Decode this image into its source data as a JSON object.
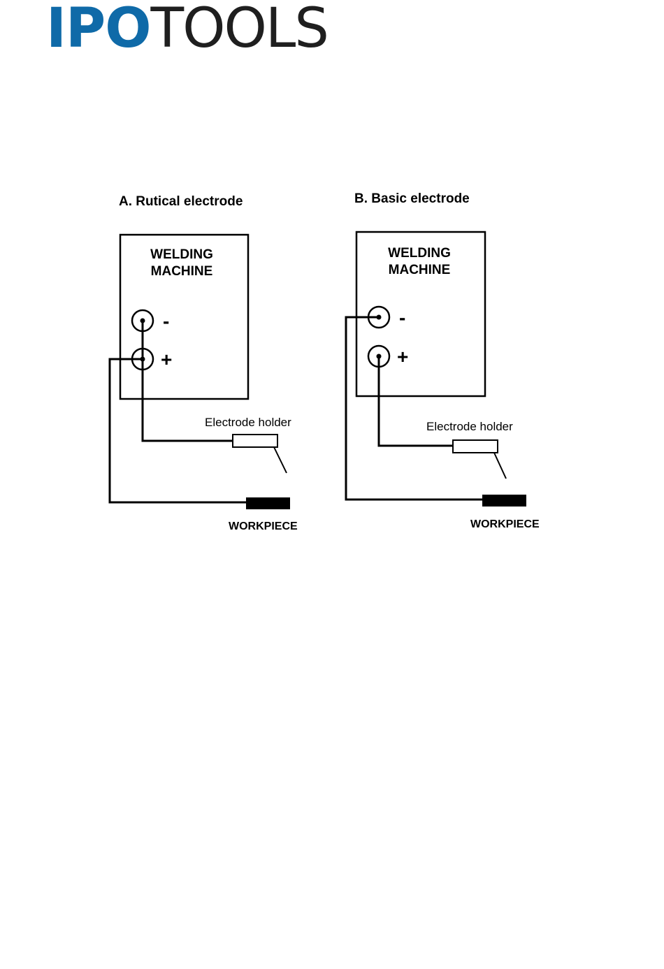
{
  "logo": {
    "part1": "IPO",
    "part2": "TOOLS",
    "brand_color": "#0f6aa8",
    "text_color": "#1f1f1f"
  },
  "diagram_a": {
    "title": "A. Rutical electrode",
    "machine_line1": "WELDING",
    "machine_line2": "MACHINE",
    "minus": "-",
    "plus": "+",
    "holder_label": "Electrode holder",
    "workpiece_label": "WORKPIECE"
  },
  "diagram_b": {
    "title": "B. Basic electrode",
    "machine_line1": "WELDING",
    "machine_line2": "MACHINE",
    "minus": "-",
    "plus": "+",
    "holder_label": "Electrode holder",
    "workpiece_label": "WORKPIECE"
  }
}
